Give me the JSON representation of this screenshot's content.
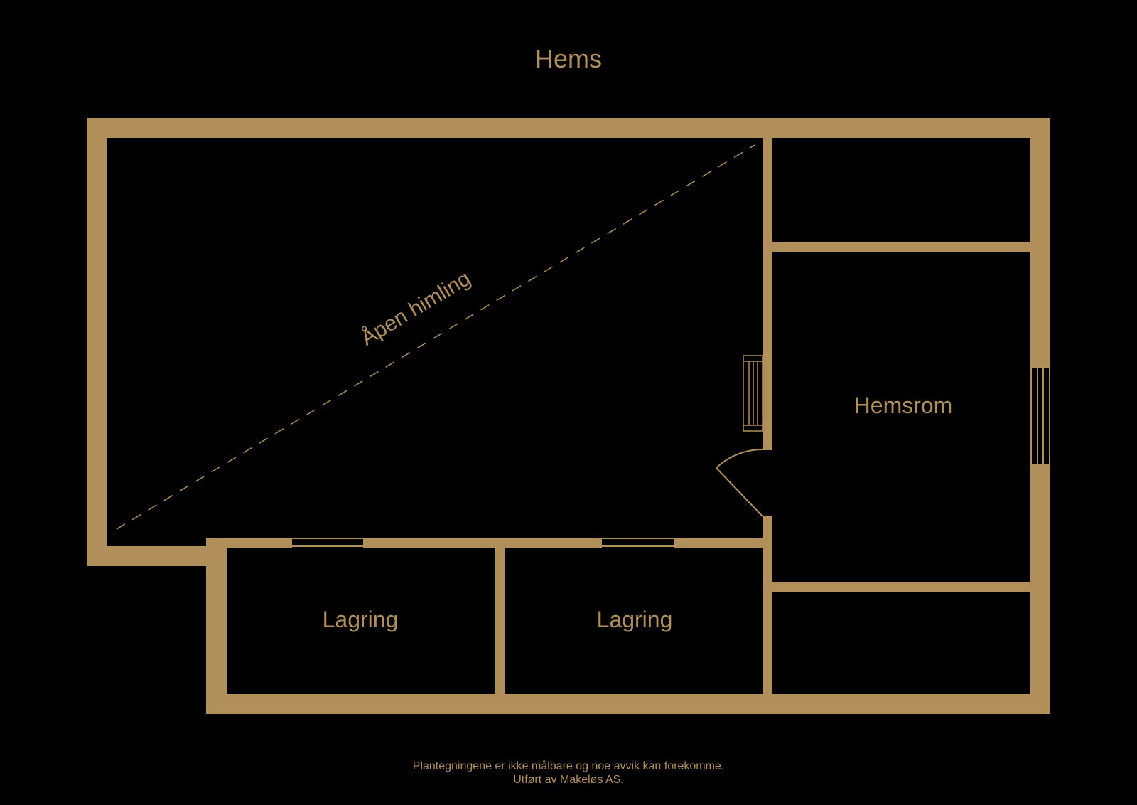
{
  "plan": {
    "title": "Hems",
    "rooms": {
      "open_ceiling": "Åpen himling",
      "loft_room": "Hemsrom",
      "storage_left": "Lagring",
      "storage_right": "Lagring"
    }
  },
  "footer": {
    "line1": "Plantegningene er ikke målbare og noe avvik kan forekomme.",
    "line2": "Utført av Makeløs AS."
  },
  "colors": {
    "background": "#000000",
    "wall": "#b18f5a"
  }
}
